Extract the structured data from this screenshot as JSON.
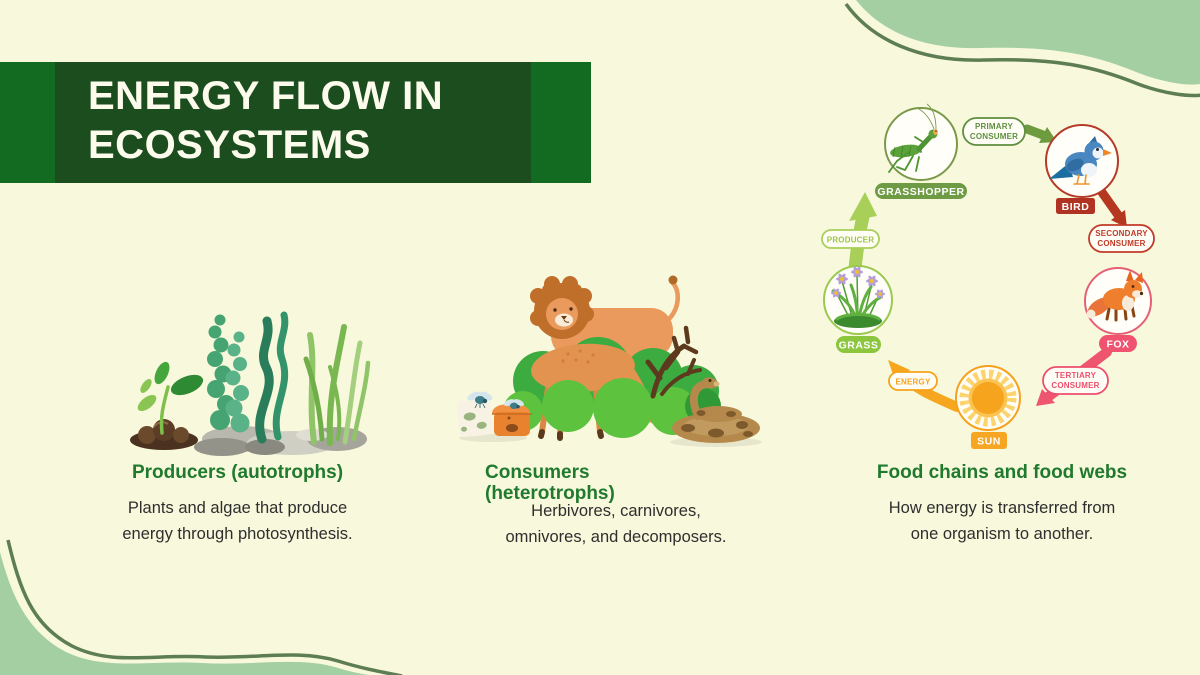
{
  "slide": {
    "title_line1": "ENERGY FLOW IN",
    "title_line2": "ECOSYSTEMS"
  },
  "sections": {
    "producers": {
      "heading": "Producers (autotrophs)",
      "body_line1": "Plants and algae that produce",
      "body_line2": "energy through photosynthesis."
    },
    "consumers": {
      "heading_line1": "Consumers",
      "heading_line2": "(heterotrophs)",
      "body_line1": "Herbivores, carnivores,",
      "body_line2": "omnivores, and decomposers."
    },
    "food_chains": {
      "heading": "Food chains and food webs",
      "body_line1": "How energy is transferred from",
      "body_line2": "one organism to another."
    }
  },
  "diagram": {
    "nodes": {
      "grasshopper": "GRASSHOPPER",
      "bird": "BIRD",
      "fox": "FOX",
      "sun": "SUN",
      "grass": "GRASS"
    },
    "flow_labels": {
      "producer": "PRODUCER",
      "primary_line1": "PRIMARY",
      "primary_line2": "CONSUMER",
      "secondary_line1": "SECONDARY",
      "secondary_line2": "CONSUMER",
      "tertiary_line1": "TERTIARY",
      "tertiary_line2": "CONSUMER",
      "energy": "ENERGY"
    }
  },
  "colors": {
    "background": "#f8f8dc",
    "banner_dark": "#1b4d1e",
    "banner_bright": "#136a21",
    "title_text": "#fdfcec",
    "heading_green": "#1f7a2e",
    "body_text": "#2e2e2e",
    "wave_fill": "#a3cfa3",
    "wave_line": "#5d7d52",
    "grasshopper_accent": "#6f9b44",
    "primary_accent": "#5f8f3f",
    "bird_accent": "#b03322",
    "secondary_accent": "#c23a28",
    "fox_accent": "#f0536f",
    "tertiary_accent": "#ee4e6d",
    "sun_accent": "#f6a622",
    "energy_accent": "#f6a21c",
    "grass_accent": "#8cc63e",
    "producer_accent": "#a8cf57"
  }
}
